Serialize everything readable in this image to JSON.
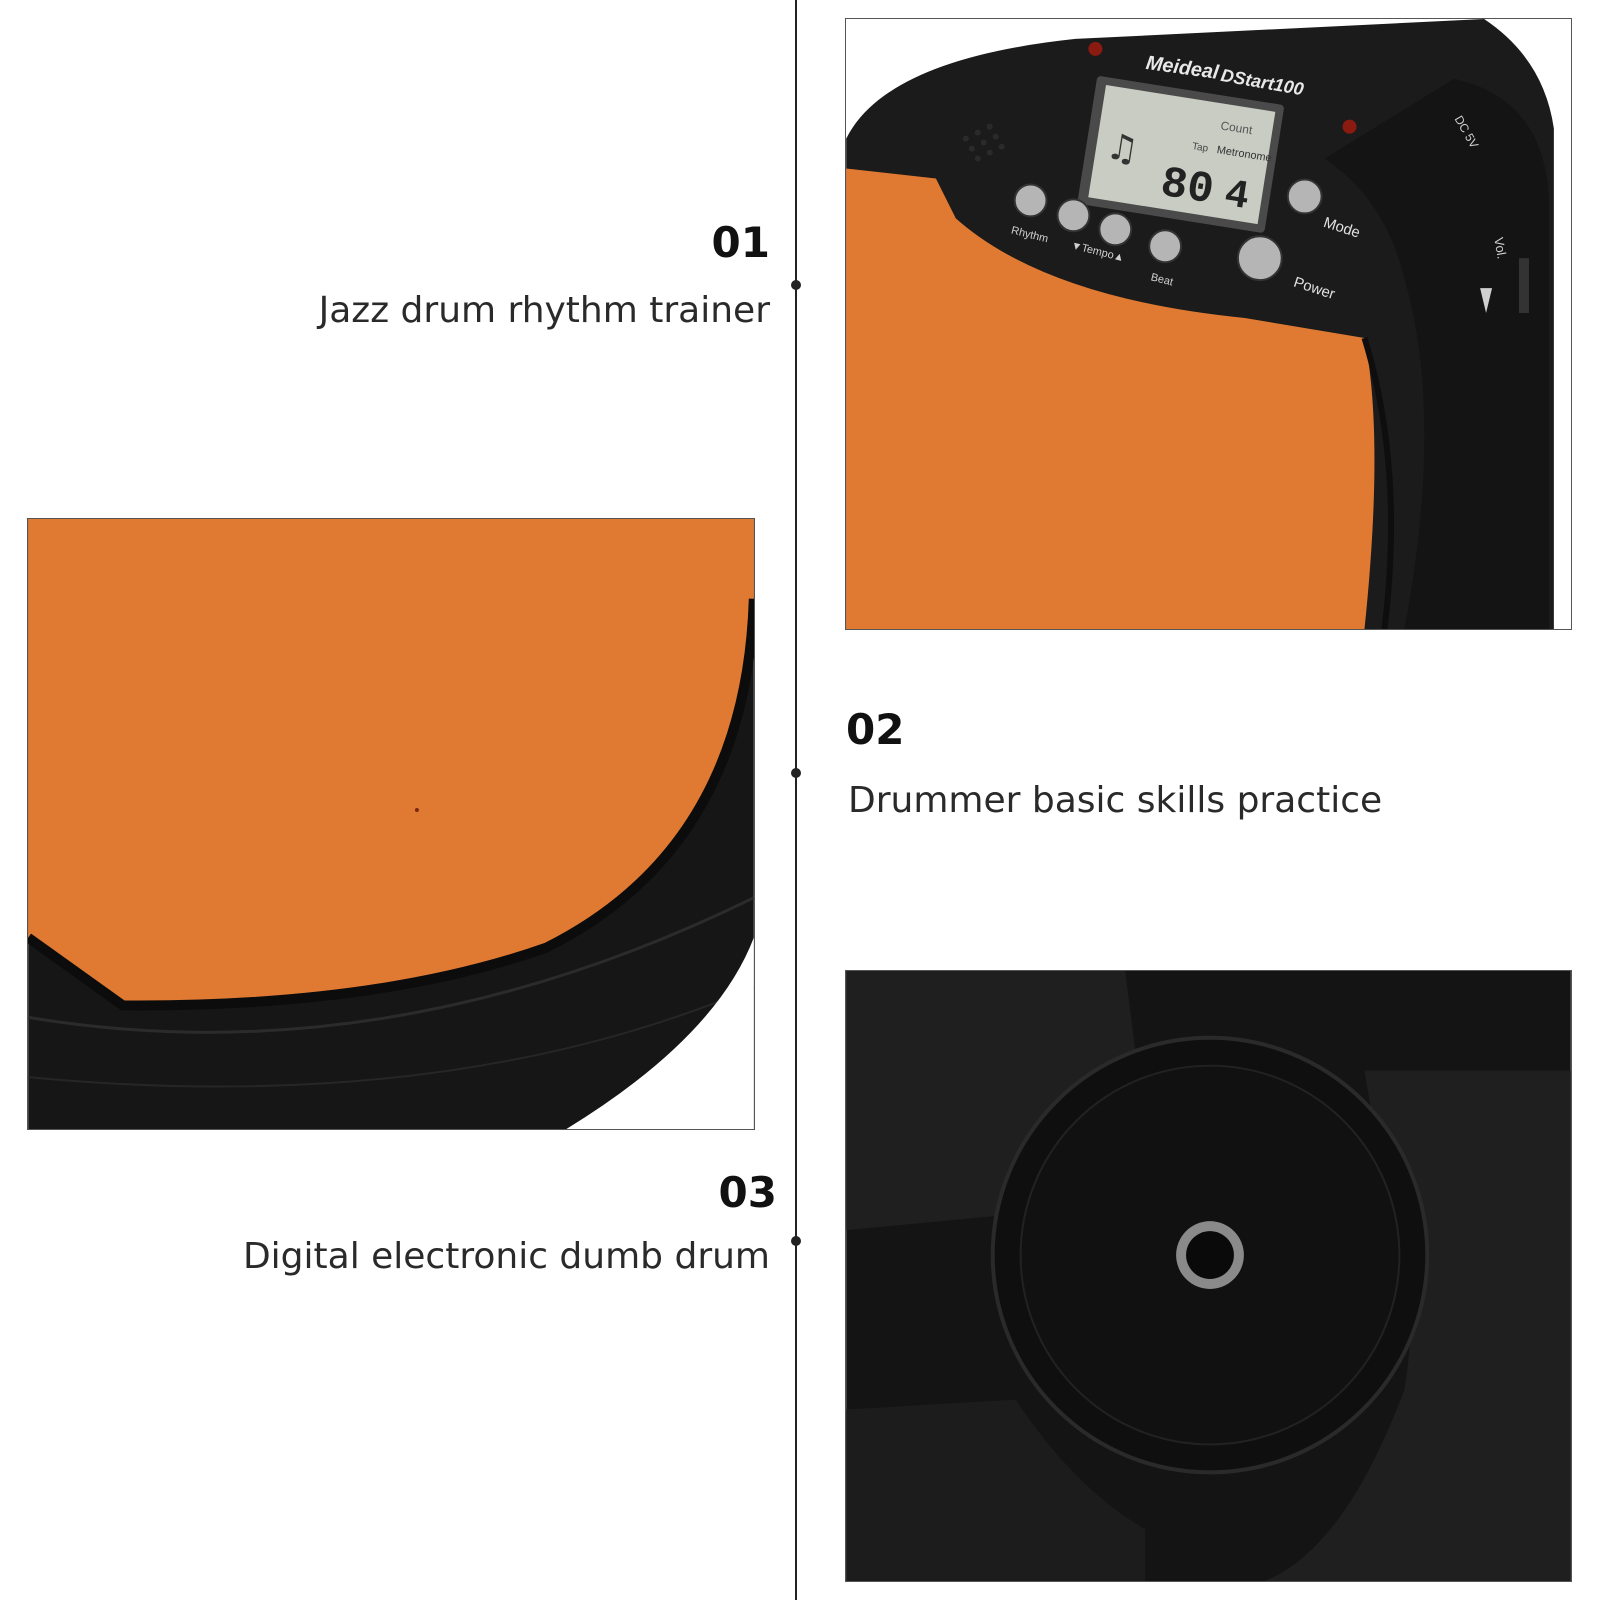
{
  "features": [
    {
      "number": "01",
      "caption": "Jazz drum rhythm trainer"
    },
    {
      "number": "02",
      "caption": "Drummer basic skills practice"
    },
    {
      "number": "03",
      "caption": "Digital electronic dumb drum"
    }
  ],
  "device": {
    "brand": "Meideal",
    "model": "DStart100",
    "lcd": {
      "count": "Count",
      "tap": "Tap",
      "mode": "Metronome",
      "tempo": "80",
      "beat": "4"
    },
    "button_labels": {
      "rhythm": "Rhythm",
      "tempo": "▼Tempo▲",
      "beat": "Beat",
      "mode": "Mode",
      "power": "Power"
    },
    "side_labels": {
      "dc": "DC 5V",
      "vol": "Vol."
    }
  },
  "colors": {
    "pad_orange": "#e07a32",
    "body_black": "#1b1b1b",
    "line": "#222222"
  }
}
